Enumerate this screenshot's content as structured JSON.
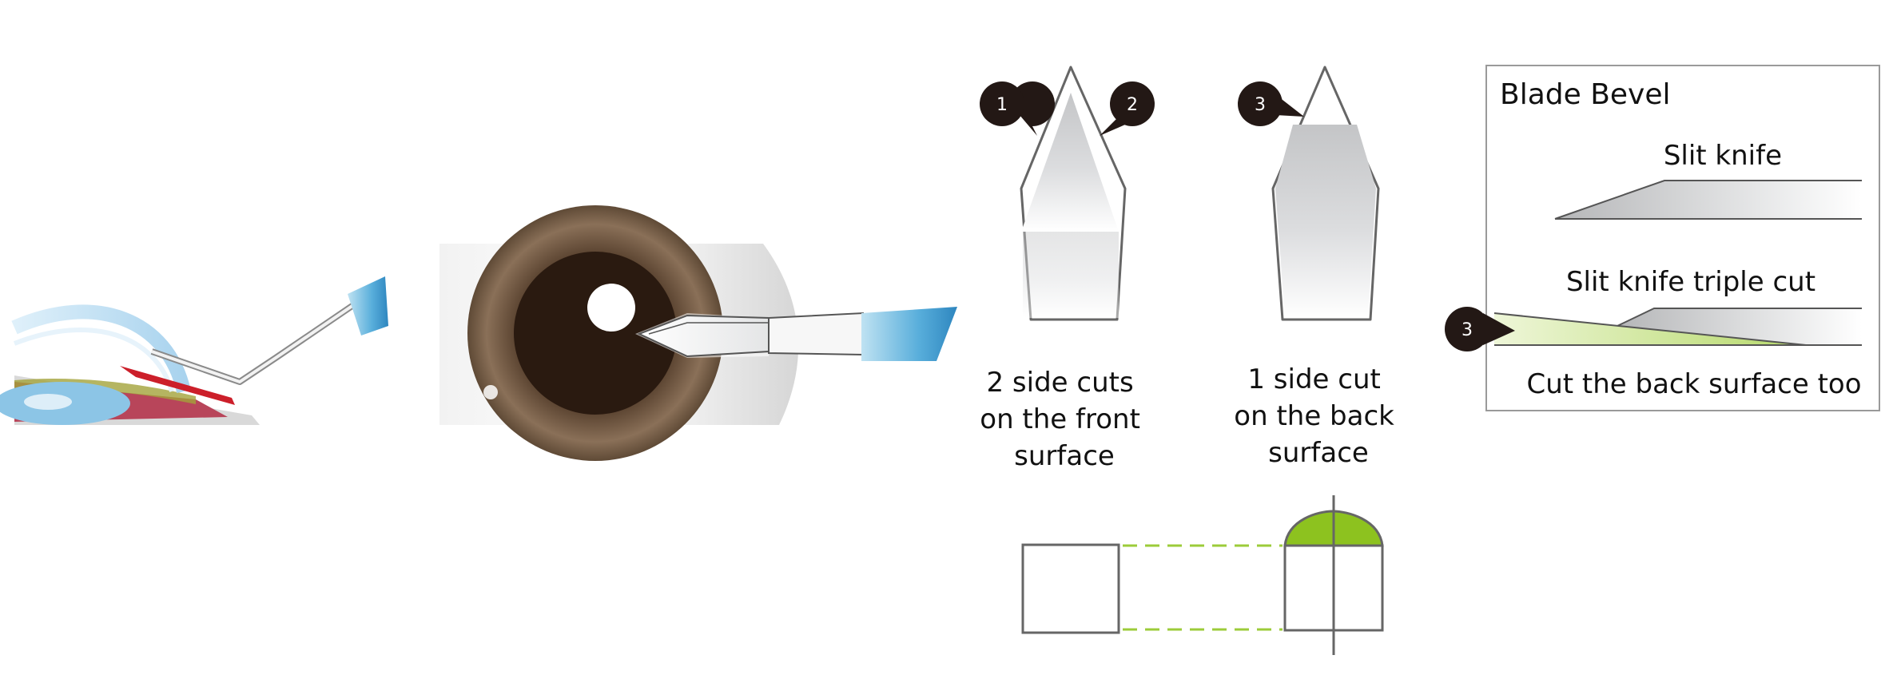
{
  "colors": {
    "outline": "#666666",
    "accent_green": "#8dc21f",
    "dash_green": "#9ccc3a",
    "callout": "#231815",
    "handle_blue": "#3f9fd0",
    "incision_red": "#cc1f2a",
    "iris_brown": "#6b5238"
  },
  "front_blade": {
    "caption_lines": [
      "2 side cuts",
      "on the front",
      "surface"
    ],
    "callouts": [
      "1",
      "2"
    ]
  },
  "back_blade": {
    "caption_lines": [
      "1 side cut",
      "on the back",
      "surface"
    ],
    "callout": "3"
  },
  "bevel_box": {
    "title": "Blade Bevel",
    "slit_knife_label": "Slit knife",
    "triple_cut_label": "Slit knife triple cut",
    "back_surface_label": "Cut the back surface too",
    "callout": "3"
  },
  "icons": {
    "side_view": "eye-cross-section-with-knife-icon",
    "front_view": "eye-front-view-with-knife-icon"
  }
}
